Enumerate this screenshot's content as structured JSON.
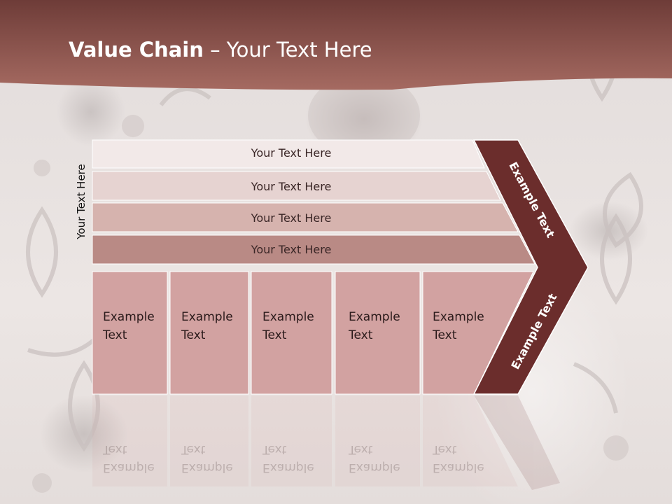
{
  "slide": {
    "title_bold": "Value Chain",
    "title_rest": " – Your Text Here",
    "vertical_label": "Your Text Here"
  },
  "bars": [
    {
      "label": "Your Text Here"
    },
    {
      "label": "Your Text Here"
    },
    {
      "label": "Your Text Here"
    },
    {
      "label": "Your Text Here"
    }
  ],
  "boxes": [
    {
      "line1": "Example",
      "line2": "Text"
    },
    {
      "line1": "Example",
      "line2": "Text"
    },
    {
      "line1": "Example",
      "line2": "Text"
    },
    {
      "line1": "Example",
      "line2": "Text"
    },
    {
      "line1": "Example",
      "line2": "Text"
    }
  ],
  "chevron": {
    "upper_label": "Example Text",
    "lower_label": "Example Text"
  },
  "colors": {
    "header": "#8e4f48",
    "chevron": "#6b2d2c",
    "bar1": "#f2e9e8",
    "bar2": "#e6d3d1",
    "bar3": "#d6b3ae",
    "bar4": "#b98a85",
    "box": "#d2a2a1"
  }
}
